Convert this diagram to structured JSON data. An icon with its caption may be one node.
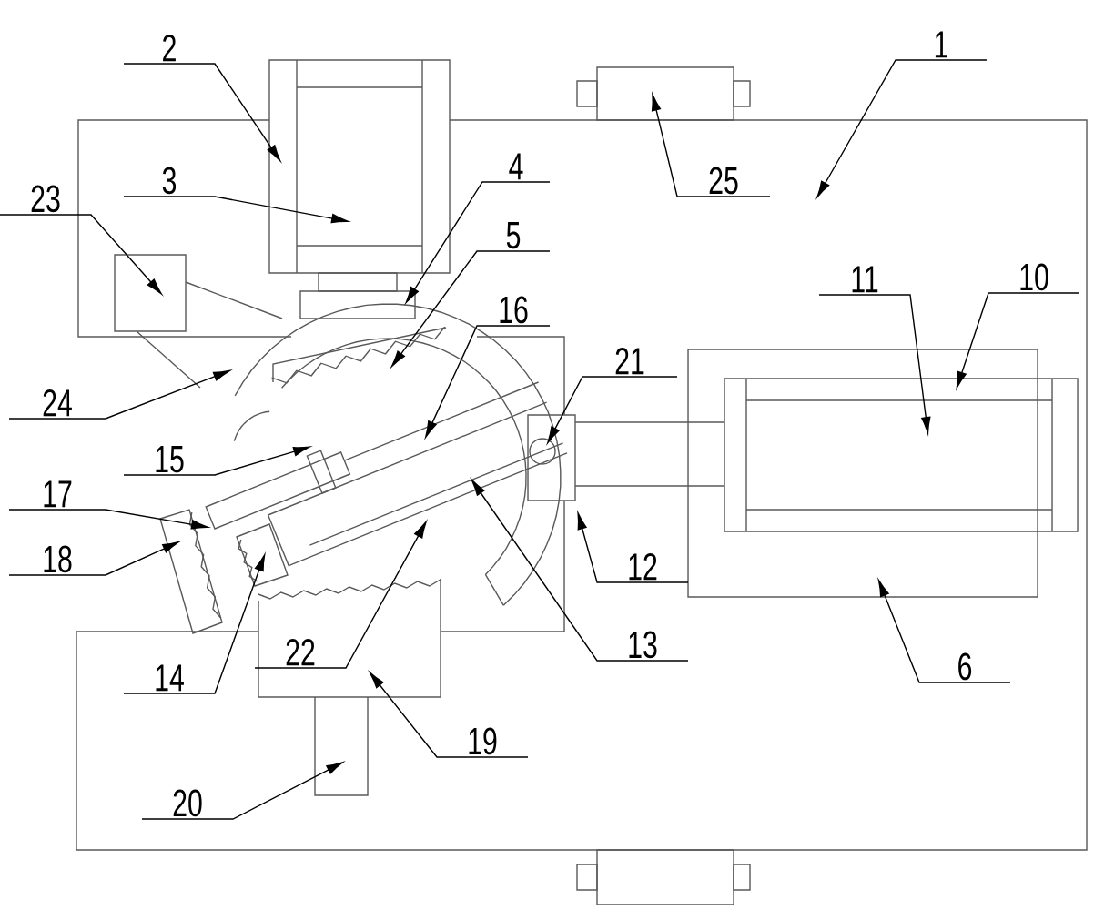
{
  "diagram": {
    "nodes": [
      {
        "text": [
          "2"
        ]
      },
      {
        "text": [
          "1"
        ]
      },
      {
        "text": [
          "3"
        ]
      },
      {
        "text": [
          "25"
        ]
      },
      {
        "text": [
          "23"
        ]
      },
      {
        "text": [
          "4"
        ]
      },
      {
        "text": [
          "5"
        ]
      },
      {
        "text": [
          "11"
        ]
      },
      {
        "text": [
          "10"
        ]
      },
      {
        "text": [
          "16"
        ]
      },
      {
        "text": [
          "21"
        ]
      },
      {
        "text": [
          "24"
        ]
      },
      {
        "text": [
          "15"
        ]
      },
      {
        "text": [
          "17"
        ]
      },
      {
        "text": [
          "18"
        ]
      },
      {
        "text": [
          "12"
        ]
      },
      {
        "text": [
          "13"
        ]
      },
      {
        "text": [
          "14"
        ]
      },
      {
        "text": [
          "22"
        ]
      },
      {
        "text": [
          "6"
        ]
      },
      {
        "text": [
          "19"
        ]
      },
      {
        "text": [
          "20"
        ]
      }
    ],
    "edges": [
      {
        "from": 0,
        "to": null,
        "arrow": "to"
      },
      {
        "from": 1,
        "to": null,
        "arrow": "to"
      },
      {
        "from": 2,
        "to": null,
        "arrow": "to"
      },
      {
        "from": 3,
        "to": null,
        "arrow": "to"
      },
      {
        "from": 4,
        "to": null,
        "arrow": "to"
      },
      {
        "from": 5,
        "to": null,
        "arrow": "to"
      },
      {
        "from": 6,
        "to": null,
        "arrow": "to"
      },
      {
        "from": 7,
        "to": null,
        "arrow": "to"
      },
      {
        "from": 8,
        "to": null,
        "arrow": "to"
      },
      {
        "from": 9,
        "to": null,
        "arrow": "to"
      },
      {
        "from": 10,
        "to": null,
        "arrow": "to"
      },
      {
        "from": 11,
        "to": null,
        "arrow": "to"
      },
      {
        "from": 12,
        "to": null,
        "arrow": "to"
      },
      {
        "from": 13,
        "to": null,
        "arrow": "to"
      },
      {
        "from": 14,
        "to": null,
        "arrow": "to"
      },
      {
        "from": 15,
        "to": null,
        "arrow": "to"
      },
      {
        "from": 16,
        "to": null,
        "arrow": "to"
      },
      {
        "from": 17,
        "to": null,
        "arrow": "to"
      },
      {
        "from": 18,
        "to": null,
        "arrow": "to"
      },
      {
        "from": 19,
        "to": null,
        "arrow": "to"
      },
      {
        "from": 20,
        "to": null,
        "arrow": "to"
      },
      {
        "from": 21,
        "to": null,
        "arrow": "to"
      }
    ]
  }
}
